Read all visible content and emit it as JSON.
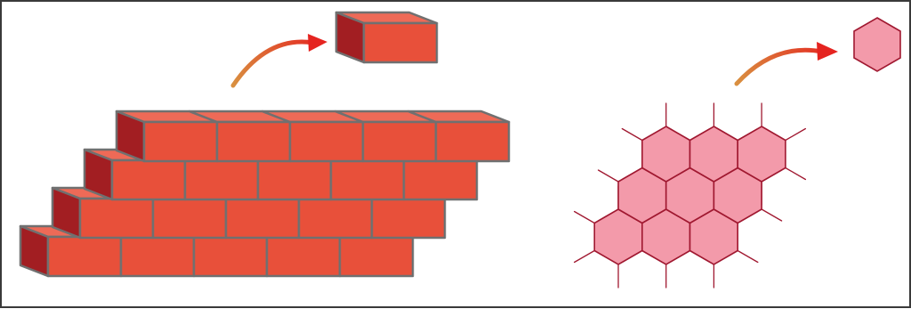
{
  "diagram": {
    "colors": {
      "frame": "#3a3a3a",
      "brick_face": "#e8503a",
      "brick_top": "#ee6a57",
      "brick_side": "#a21e22",
      "brick_edge": "#707070",
      "arrow_start": "#d99040",
      "arrow_end": "#e52420",
      "hex_fill": "#f39aaa",
      "hex_stroke": "#a01830"
    },
    "brick_wall": {
      "rows": 4,
      "bricks_per_row": 5,
      "single_brick_shown": true
    },
    "hex_grid": {
      "rows": 3,
      "cells_per_row": 3,
      "single_cell_shown": true
    }
  }
}
